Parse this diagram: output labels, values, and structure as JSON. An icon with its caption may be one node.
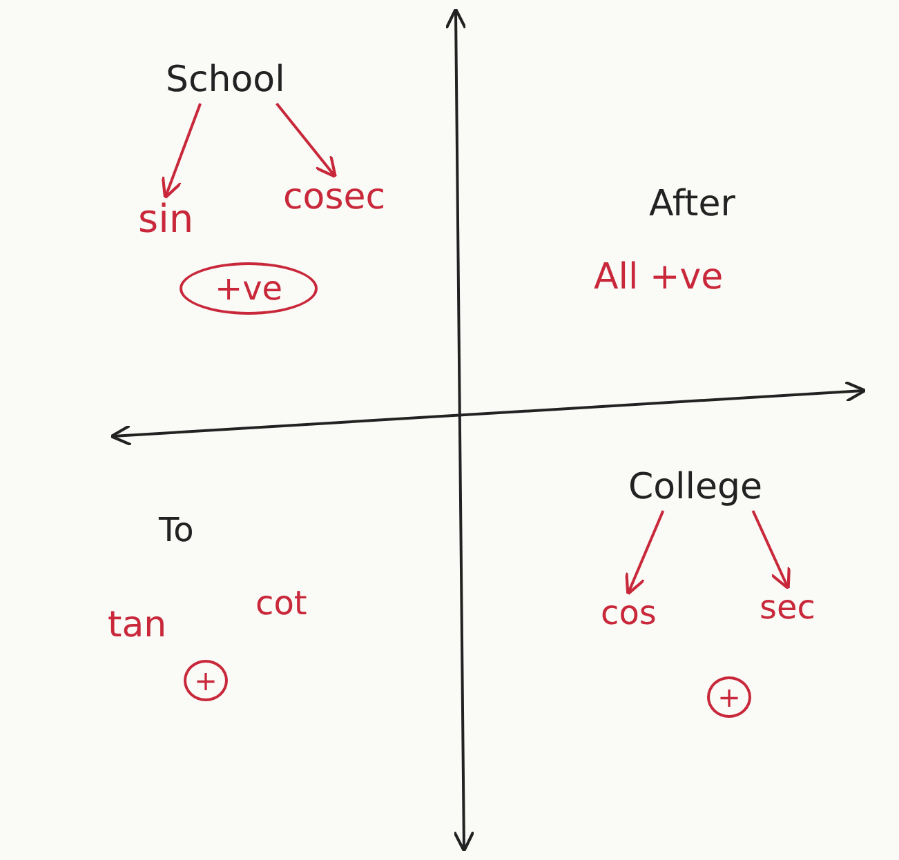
{
  "diagram": {
    "nodes": [
      {
        "text": [
          "School"
        ]
      },
      {
        "text": [
          "sin"
        ]
      },
      {
        "text": [
          "cosec"
        ]
      },
      {
        "text": [
          "+ve"
        ]
      },
      {
        "text": [
          "College"
        ]
      },
      {
        "text": [
          "cos"
        ]
      },
      {
        "text": [
          "sec"
        ]
      },
      {
        "text": [
          "+"
        ]
      },
      {
        "text": [
          "+"
        ]
      }
    ],
    "edges": [
      {
        "from": 0,
        "to": 1,
        "arrow": "to"
      },
      {
        "from": 0,
        "to": 2,
        "arrow": "to"
      },
      {
        "from": 4,
        "to": 5,
        "arrow": "to"
      },
      {
        "from": 4,
        "to": 6,
        "arrow": "to"
      }
    ],
    "labels": [
      "After",
      "All +ve",
      "To",
      "tan",
      "cot"
    ]
  }
}
